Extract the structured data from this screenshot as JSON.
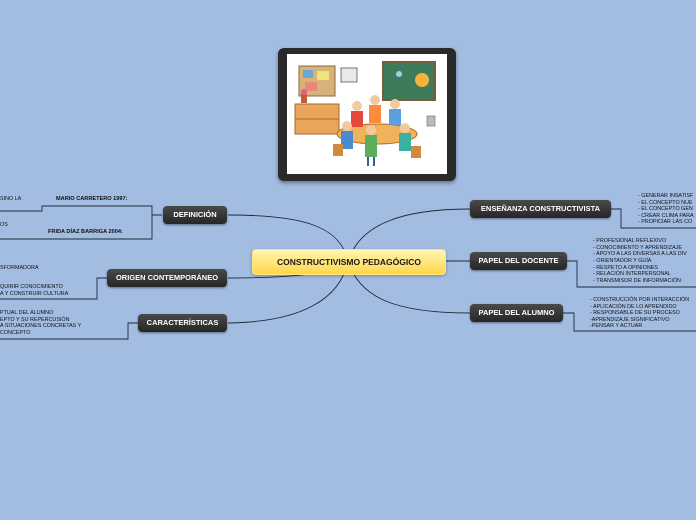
{
  "central": {
    "label": "CONSTRUCTIVISMO PEDAGÓGICO"
  },
  "left_topics": {
    "definicion": {
      "label": "DEFINICIÓN",
      "authors": [
        "MARIO CARRETERO 1997:",
        "FRIDA DÍAZ BARRIGA 2004:"
      ],
      "fragments": [
        "SINO LA",
        "OS"
      ]
    },
    "origen": {
      "label": "ORIGEN CONTEMPORÁNEO",
      "lines": [
        "SFORMADORA",
        "QUIRIR CONOCIMIENTO",
        "A Y CONSTRUIR CULTURA"
      ]
    },
    "caracteristicas": {
      "label": "CARACTERÍSTICAS",
      "lines": [
        "PTUAL DEL ALUMNO",
        "EPTO Y SU REPERCUSIÓN",
        "A SITUACIONES CONCRETAS Y",
        "CONCEPTO"
      ]
    }
  },
  "right_topics": {
    "ensenanza": {
      "label": "ENSEÑANZA CONSTRUCTIVISTA",
      "lines": [
        "- GENERAR INSATISF",
        "- EL CONCEPTO NUE",
        "- EL CONCEPTO GEN",
        "- CREAR CLIMA PARA",
        "- PROPICIAR LAS CO"
      ]
    },
    "docente": {
      "label": "PAPEL DEL DOCENTE",
      "lines": [
        "- PROFESIONAL REFLEXIVO",
        "- CONOCIMIENTO Y APRENDIZAJE",
        "- APOYO A LAS DIVERSAS A LAS DIV",
        "- ORIENTADOR Y GUÍA",
        "- RESPETO A OPINIONES",
        "- RELACIÓN INTERPERSONAL",
        "- TRANSMISOR DE INFORMACIÓN"
      ]
    },
    "alumno": {
      "label": "PAPEL DEL ALUMNO",
      "lines": [
        "- CONSTRUCCIÓN POR INTERACCIÓN",
        "- APLICACIÓN DE LO APRENDIDO",
        "- RESPONSABLE DE SU PROCESO",
        "-APRENDIZAJE SIGNIFICATIVO",
        "-PENSAR Y ACTUAR"
      ]
    }
  },
  "colors": {
    "background": "#a3bde2",
    "node": "#2e2e2e",
    "central": "#ffd64a",
    "line": "#1f2a3a"
  }
}
